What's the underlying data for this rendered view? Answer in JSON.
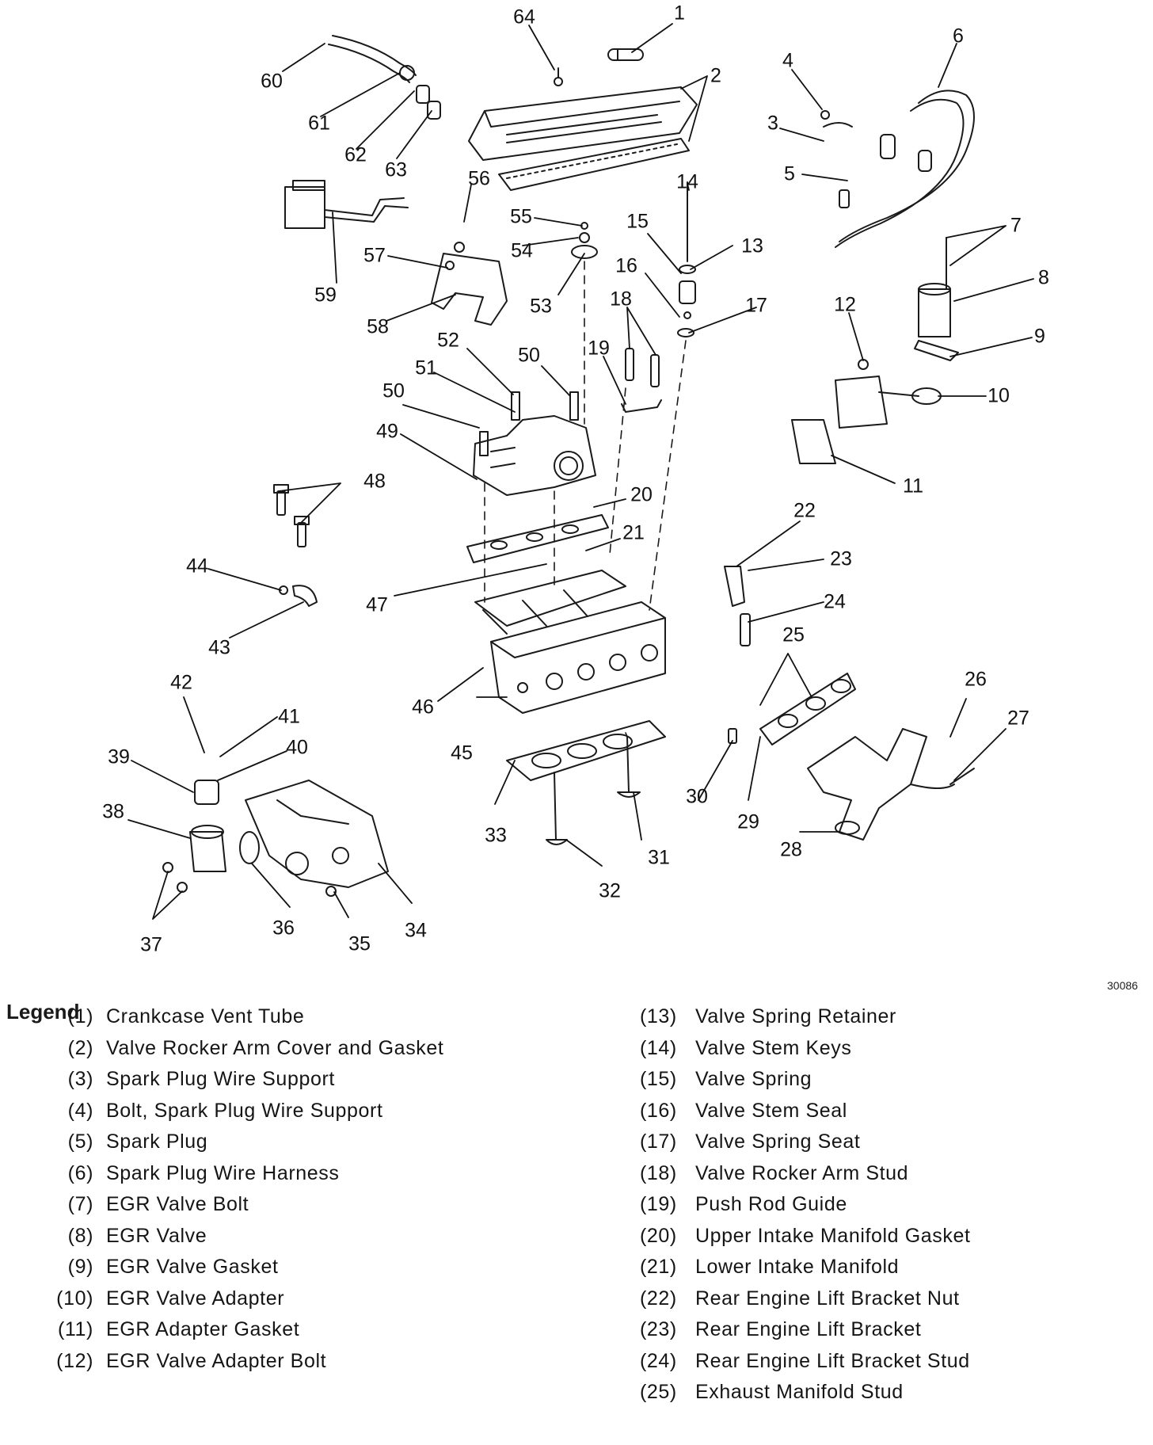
{
  "figure_code": "30086",
  "legend": {
    "title": "Legend",
    "items": [
      {
        "num": "(1)",
        "label": "Crankcase Vent Tube"
      },
      {
        "num": "(2)",
        "label": "Valve Rocker Arm Cover and Gasket"
      },
      {
        "num": "(3)",
        "label": "Spark Plug Wire Support"
      },
      {
        "num": "(4)",
        "label": "Bolt, Spark Plug Wire Support"
      },
      {
        "num": "(5)",
        "label": "Spark Plug"
      },
      {
        "num": "(6)",
        "label": "Spark Plug Wire Harness"
      },
      {
        "num": "(7)",
        "label": "EGR Valve Bolt"
      },
      {
        "num": "(8)",
        "label": "EGR Valve"
      },
      {
        "num": "(9)",
        "label": "EGR Valve Gasket"
      },
      {
        "num": "(10)",
        "label": "EGR Valve Adapter"
      },
      {
        "num": "(11)",
        "label": "EGR Adapter Gasket"
      },
      {
        "num": "(12)",
        "label": "EGR Valve Adapter Bolt"
      },
      {
        "num": "(13)",
        "label": "Valve Spring Retainer"
      },
      {
        "num": "(14)",
        "label": "Valve Stem Keys"
      },
      {
        "num": "(15)",
        "label": "Valve Spring"
      },
      {
        "num": "(16)",
        "label": "Valve Stem Seal"
      },
      {
        "num": "(17)",
        "label": "Valve Spring Seat"
      },
      {
        "num": "(18)",
        "label": "Valve Rocker Arm Stud"
      },
      {
        "num": "(19)",
        "label": "Push Rod Guide"
      },
      {
        "num": "(20)",
        "label": "Upper Intake Manifold Gasket"
      },
      {
        "num": "(21)",
        "label": "Lower Intake Manifold"
      },
      {
        "num": "(22)",
        "label": "Rear Engine Lift Bracket Nut"
      },
      {
        "num": "(23)",
        "label": "Rear Engine Lift Bracket"
      },
      {
        "num": "(24)",
        "label": "Rear Engine Lift Bracket Stud"
      },
      {
        "num": "(25)",
        "label": "Exhaust Manifold Stud"
      }
    ]
  },
  "callouts": [
    "1",
    "2",
    "3",
    "4",
    "5",
    "6",
    "7",
    "8",
    "9",
    "10",
    "11",
    "12",
    "13",
    "14",
    "15",
    "16",
    "17",
    "18",
    "19",
    "20",
    "21",
    "22",
    "23",
    "24",
    "25",
    "26",
    "27",
    "28",
    "29",
    "30",
    "31",
    "32",
    "33",
    "34",
    "35",
    "36",
    "37",
    "38",
    "39",
    "40",
    "41",
    "42",
    "43",
    "44",
    "45",
    "46",
    "47",
    "48",
    "49",
    "50",
    "50",
    "51",
    "52",
    "53",
    "54",
    "55",
    "56",
    "57",
    "58",
    "59",
    "60",
    "61",
    "62",
    "63",
    "64"
  ]
}
